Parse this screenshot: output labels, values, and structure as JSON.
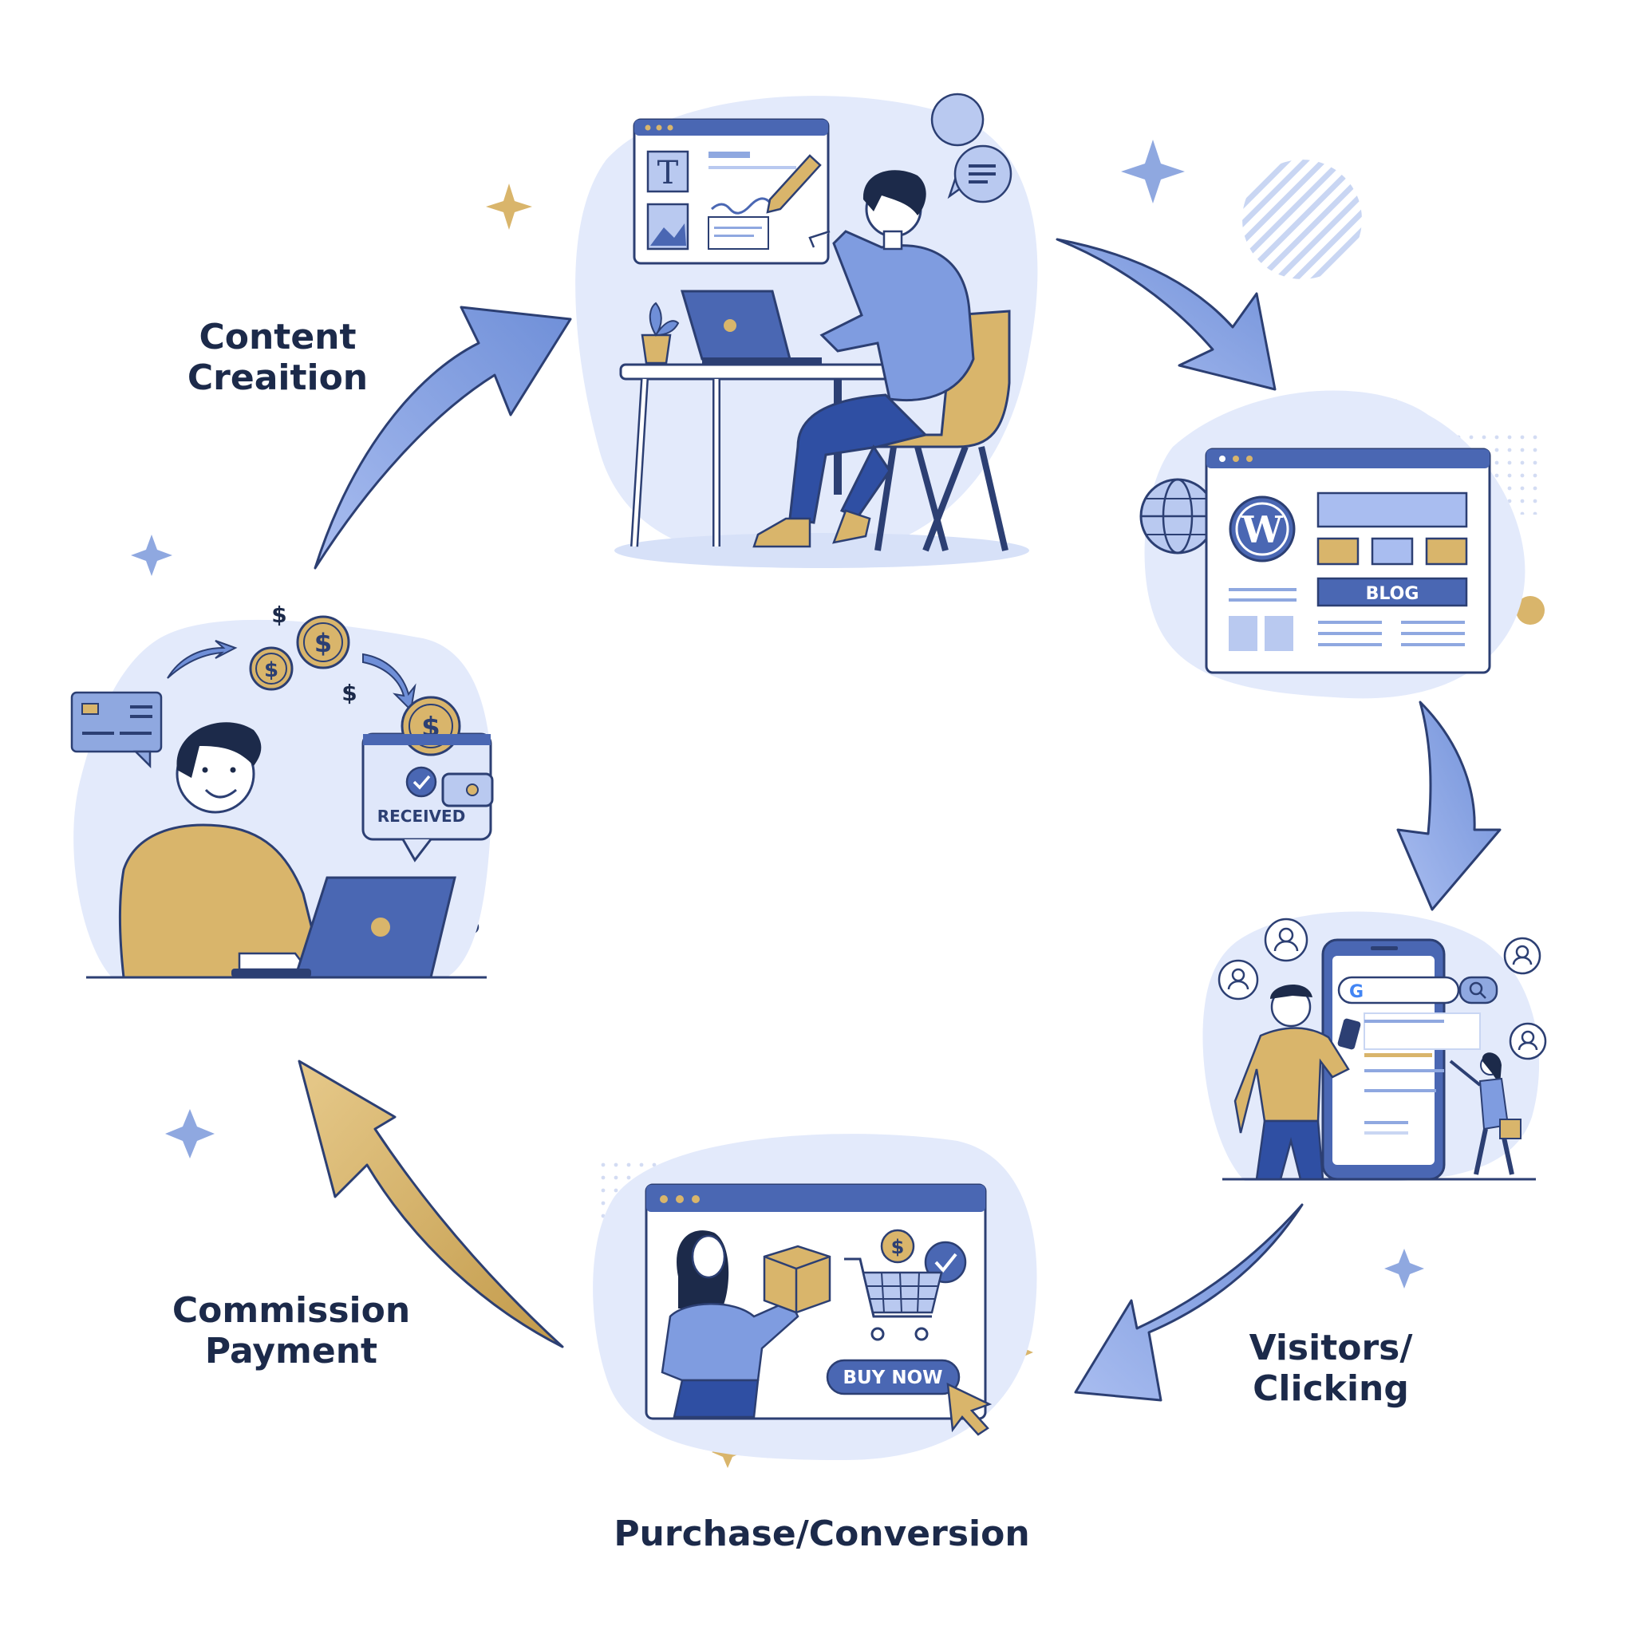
{
  "steps": [
    {
      "id": "content-creation",
      "label_lines": [
        "Content",
        "Creaition"
      ]
    },
    {
      "id": "blog",
      "badge": "BLOG"
    },
    {
      "id": "visitors-clicking",
      "label_lines": [
        "Visitors/",
        "Clicking"
      ]
    },
    {
      "id": "purchase-conversion",
      "label_lines": [
        "Purchase/Conversion"
      ],
      "button": "BUY NOW"
    },
    {
      "id": "commission-payment",
      "label_lines": [
        "Commission",
        "Payment"
      ],
      "badge": "RECEIVED"
    }
  ],
  "icons": {
    "editor": "text-editor-window-icon",
    "cms": "wordpress-icon",
    "globe": "globe-icon",
    "search": "search-icon",
    "google": "google-g-icon",
    "cart": "shopping-cart-icon",
    "box": "package-icon",
    "coin": "dollar-coin-icon",
    "wallet": "wallet-icon",
    "card": "credit-card-icon",
    "check": "check-icon",
    "cursor": "cursor-icon"
  },
  "colors": {
    "navy": "#1c2a4a",
    "blue": "#4a67b3",
    "light_blue": "#8fa8e0",
    "blob": "#e3eafb",
    "gold": "#d9b56b",
    "gold_dark": "#c29a4a"
  }
}
